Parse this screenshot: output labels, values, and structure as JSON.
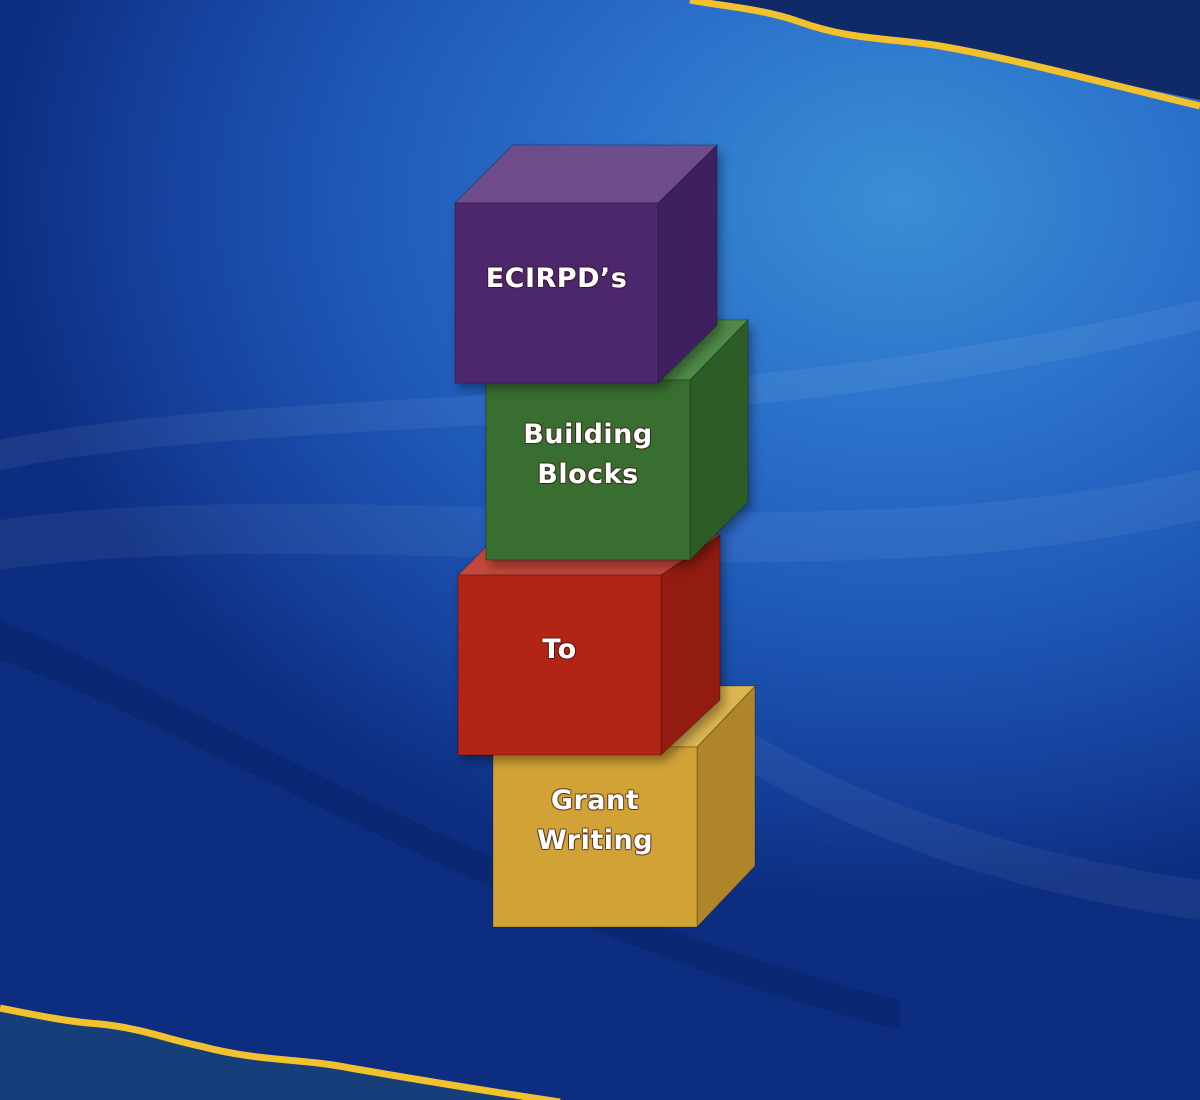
{
  "title": "ECIRPD's Building Blocks To Grant Writing",
  "colors": {
    "background": "#2a6fca",
    "accent_stripe": "#f2c12e",
    "dark_wave": "#0f2a66"
  },
  "blocks": [
    {
      "name": "purple",
      "label_lines": [
        "ECIRPD’s"
      ],
      "front": "#4d276e",
      "top": "#6f4c8a",
      "side": "#3e2060"
    },
    {
      "name": "green",
      "label_lines": [
        "Building",
        "Blocks"
      ],
      "front": "#386f30",
      "top": "#4f8a46",
      "side": "#2d5d27"
    },
    {
      "name": "red",
      "label_lines": [
        "To"
      ],
      "front": "#b12416",
      "top": "#c3473a",
      "side": "#921c11"
    },
    {
      "name": "gold",
      "label_lines": [
        "Grant",
        "Writing"
      ],
      "front": "#d1a236",
      "top": "#ddb650",
      "side": "#ae8529"
    }
  ]
}
